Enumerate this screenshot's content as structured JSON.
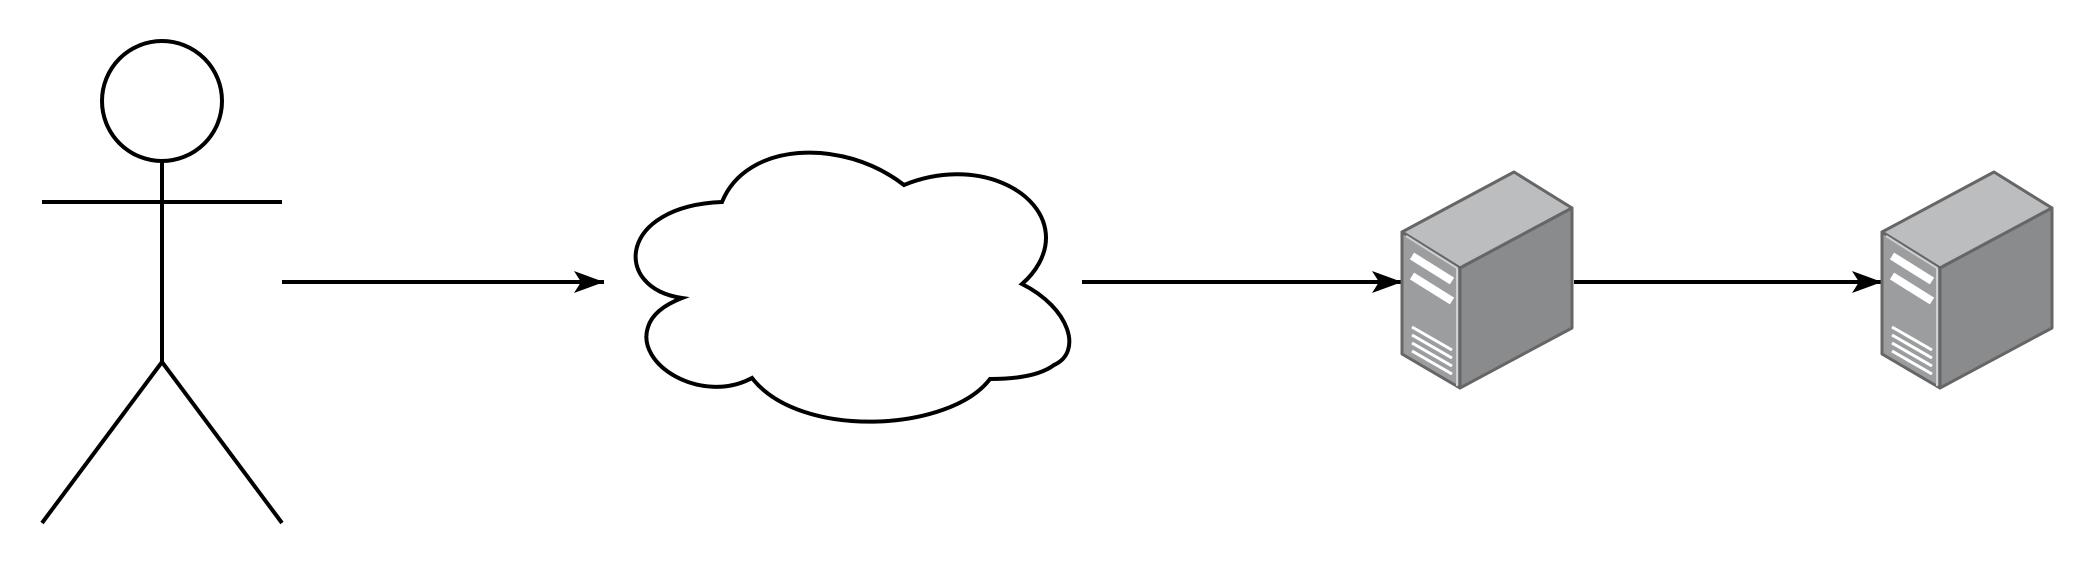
{
  "diagram": {
    "type": "network-flow",
    "nodes": [
      {
        "id": "user",
        "kind": "actor",
        "icon": "stick-figure-icon"
      },
      {
        "id": "internet",
        "kind": "cloud",
        "icon": "cloud-icon"
      },
      {
        "id": "server-1",
        "kind": "server",
        "icon": "server-tower-icon"
      },
      {
        "id": "server-2",
        "kind": "server",
        "icon": "server-tower-icon"
      }
    ],
    "edges": [
      {
        "from": "user",
        "to": "internet",
        "directed": true
      },
      {
        "from": "internet",
        "to": "server-1",
        "directed": true
      },
      {
        "from": "server-1",
        "to": "server-2",
        "directed": true
      }
    ],
    "colors": {
      "stroke": "#000000",
      "server_top": "#bcbdbf",
      "server_front": "#9c9d9f",
      "server_side": "#8a8b8d",
      "server_edge": "#666666",
      "server_vents": "#ffffff"
    }
  }
}
